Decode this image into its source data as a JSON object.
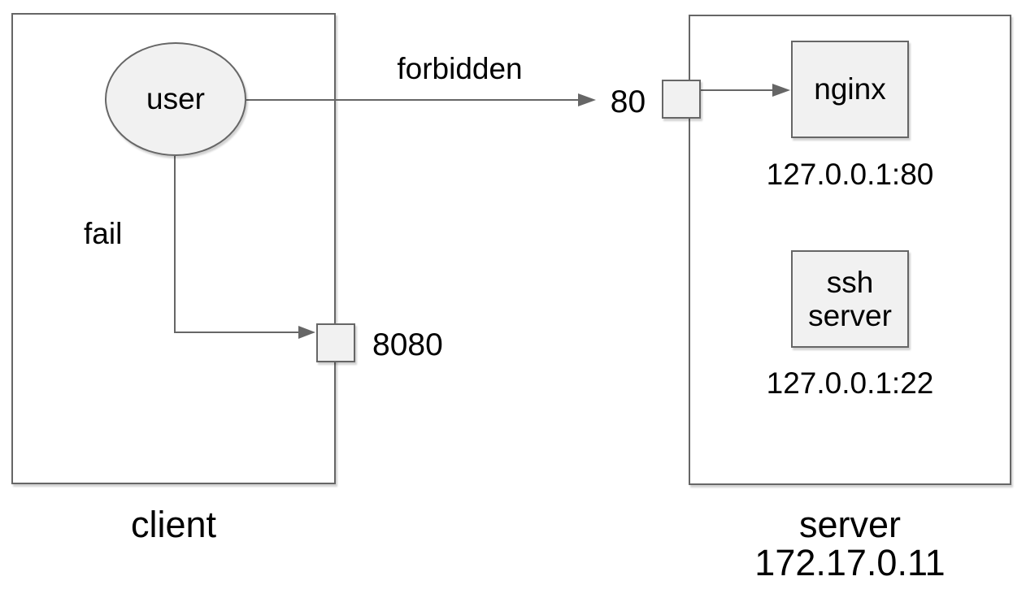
{
  "colors": {
    "background": "#ffffff",
    "stroke": "#666666",
    "shape_fill": "#f1f1f1",
    "text": "#000000"
  },
  "client": {
    "label": "client",
    "user_label": "user",
    "port_8080_label": "8080"
  },
  "server": {
    "label": "server",
    "ip": "172.17.0.11",
    "port_80_label": "80",
    "nginx": {
      "label": "nginx",
      "address": "127.0.0.1:80"
    },
    "ssh": {
      "label_line1": "ssh",
      "label_line2": "server",
      "address": "127.0.0.1:22"
    }
  },
  "edges": {
    "forbidden_label": "forbidden",
    "fail_label": "fail"
  }
}
